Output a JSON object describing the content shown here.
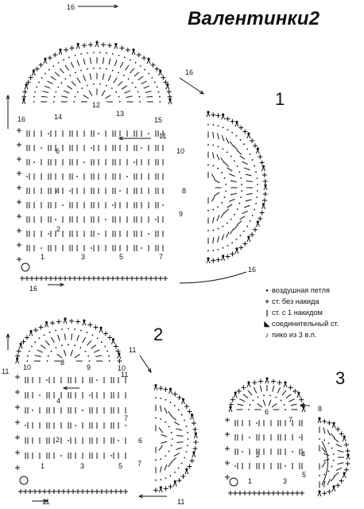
{
  "title": "Валентинки2",
  "parts": [
    {
      "label": "1",
      "row_labels": [
        {
          "text": "1"
        },
        {
          "text": "2"
        },
        {
          "text": "3"
        },
        {
          "text": "4"
        },
        {
          "text": "5"
        },
        {
          "text": "6"
        },
        {
          "text": "7"
        },
        {
          "text": "8"
        },
        {
          "text": "9"
        },
        {
          "text": "10"
        },
        {
          "text": "11"
        },
        {
          "text": "12"
        },
        {
          "text": "13"
        },
        {
          "text": "14"
        },
        {
          "text": "15"
        },
        {
          "text": "16"
        }
      ]
    },
    {
      "label": "2",
      "row_labels": [
        {
          "text": "1"
        },
        {
          "text": "2"
        },
        {
          "text": "3"
        },
        {
          "text": "4"
        },
        {
          "text": "5"
        },
        {
          "text": "6"
        },
        {
          "text": "7"
        },
        {
          "text": "8"
        },
        {
          "text": "9"
        },
        {
          "text": "10"
        },
        {
          "text": "11"
        }
      ]
    },
    {
      "label": "3",
      "row_labels": [
        {
          "text": "1"
        },
        {
          "text": "2"
        },
        {
          "text": "3"
        },
        {
          "text": "4"
        },
        {
          "text": "5"
        },
        {
          "text": "6"
        },
        {
          "text": "7"
        },
        {
          "text": "8"
        }
      ]
    }
  ],
  "legend": [
    {
      "symbol": "•",
      "icon": "chain-stitch-icon",
      "label": "воздушная петля"
    },
    {
      "symbol": "+",
      "icon": "single-crochet-icon",
      "label": "ст. без накида"
    },
    {
      "symbol": "|",
      "icon": "double-crochet-icon",
      "label": "ст. с 1 накидом"
    },
    {
      "symbol": "◣",
      "icon": "slip-stitch-icon",
      "label": "соединительный ст."
    },
    {
      "symbol": "♪",
      "icon": "picot-icon",
      "label": "пико из 3 в.п."
    }
  ]
}
